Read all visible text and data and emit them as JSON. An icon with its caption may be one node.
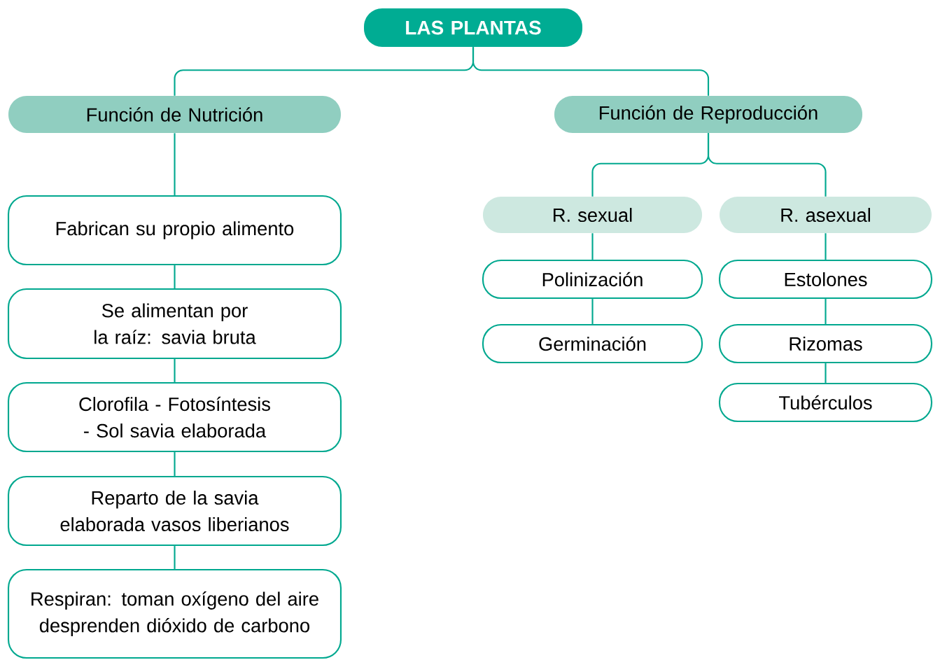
{
  "diagram": {
    "nodes": [
      {
        "text": [
          "LAS PLANTAS"
        ]
      },
      {
        "text": [
          "Función de Nutrición"
        ]
      },
      {
        "text": [
          "Función de Reproducción"
        ]
      },
      {
        "text": [
          "Fabrican su propio alimento"
        ]
      },
      {
        "text": [
          "Se alimentan por la raíz: savia bruta"
        ]
      },
      {
        "text": [
          "Clorofila - Fotosíntesis - Sol savia elaborada"
        ]
      },
      {
        "text": [
          "Reparto de la savia elaborada vasos liberianos"
        ]
      },
      {
        "text": [
          "Respiran: toman oxígeno del aire desprenden dióxido de carbono"
        ]
      },
      {
        "text": [
          "R. sexual"
        ]
      },
      {
        "text": [
          "R. asexual"
        ]
      },
      {
        "text": [
          "Polinización"
        ]
      },
      {
        "text": [
          "Germinación"
        ]
      },
      {
        "text": [
          "Estolones"
        ]
      },
      {
        "text": [
          "Rizomas"
        ]
      },
      {
        "text": [
          "Tubérculos"
        ]
      }
    ],
    "edges": [
      {
        "from": 0,
        "to": 1,
        "arrow": "none"
      },
      {
        "from": 0,
        "to": 2,
        "arrow": "none"
      },
      {
        "from": 1,
        "to": 3,
        "arrow": "none"
      },
      {
        "from": 3,
        "to": 4,
        "arrow": "none"
      },
      {
        "from": 4,
        "to": 5,
        "arrow": "none"
      },
      {
        "from": 5,
        "to": 6,
        "arrow": "none"
      },
      {
        "from": 6,
        "to": 7,
        "arrow": "none"
      },
      {
        "from": 2,
        "to": 8,
        "arrow": "none"
      },
      {
        "from": 2,
        "to": 9,
        "arrow": "none"
      },
      {
        "from": 8,
        "to": 10,
        "arrow": "none"
      },
      {
        "from": 10,
        "to": 11,
        "arrow": "none"
      },
      {
        "from": 9,
        "to": 12,
        "arrow": "none"
      },
      {
        "from": 12,
        "to": 13,
        "arrow": "none"
      },
      {
        "from": 13,
        "to": 14,
        "arrow": "none"
      }
    ]
  }
}
